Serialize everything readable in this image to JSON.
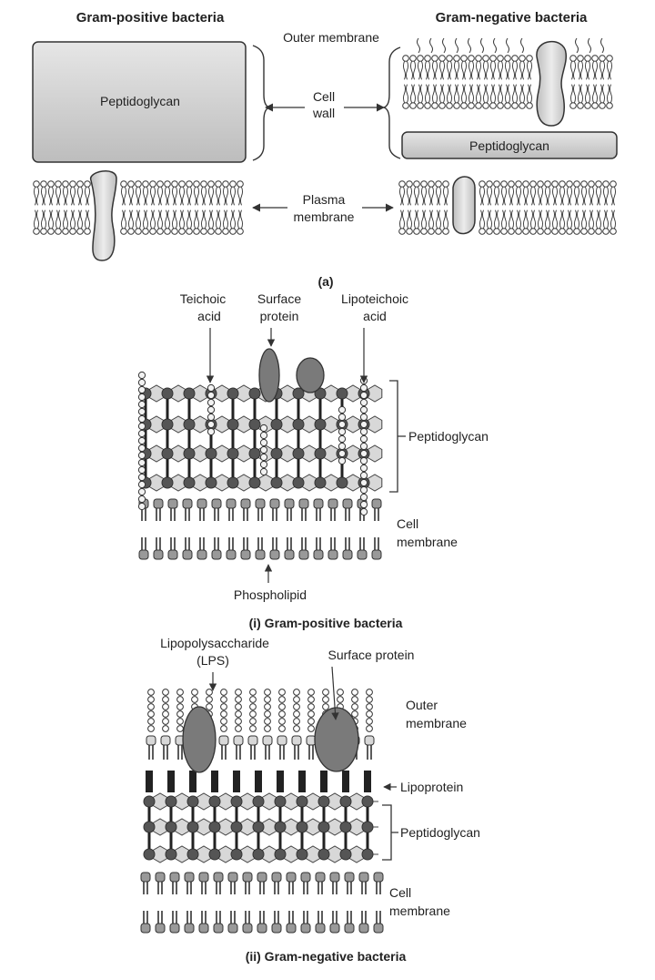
{
  "panel_a": {
    "gram_positive_title": "Gram-positive bacteria",
    "gram_negative_title": "Gram-negative bacteria",
    "outer_membrane": "Outer membrane",
    "peptidoglycan_left": "Peptidoglycan",
    "peptidoglycan_right": "Peptidoglycan",
    "cell_wall_line1": "Cell",
    "cell_wall_line2": "wall",
    "plasma_line1": "Plasma",
    "plasma_line2": "membrane",
    "caption": "(a)"
  },
  "panel_i": {
    "teichoic_line1": "Teichoic",
    "teichoic_line2": "acid",
    "surface_line1": "Surface",
    "surface_line2": "protein",
    "lipoteichoic_line1": "Lipoteichoic",
    "lipoteichoic_line2": "acid",
    "peptidoglycan": "Peptidoglycan",
    "cell_line1": "Cell",
    "cell_line2": "membrane",
    "phospholipid": "Phospholipid",
    "caption": "(i) Gram-positive bacteria"
  },
  "panel_ii": {
    "lps_line1": "Lipopolysaccharide",
    "lps_line2": "(LPS)",
    "surface_protein": "Surface protein",
    "outer_line1": "Outer",
    "outer_line2": "membrane",
    "lipoprotein": "Lipoprotein",
    "peptidoglycan": "Peptidoglycan",
    "cell_line1": "Cell",
    "cell_line2": "membrane",
    "caption": "(ii) Gram-negative bacteria"
  },
  "colors": {
    "dark": "#555555",
    "mid": "#999999",
    "light": "#d8d8d8",
    "protein": "#7a7a7a",
    "box": "#cfcfcf"
  }
}
